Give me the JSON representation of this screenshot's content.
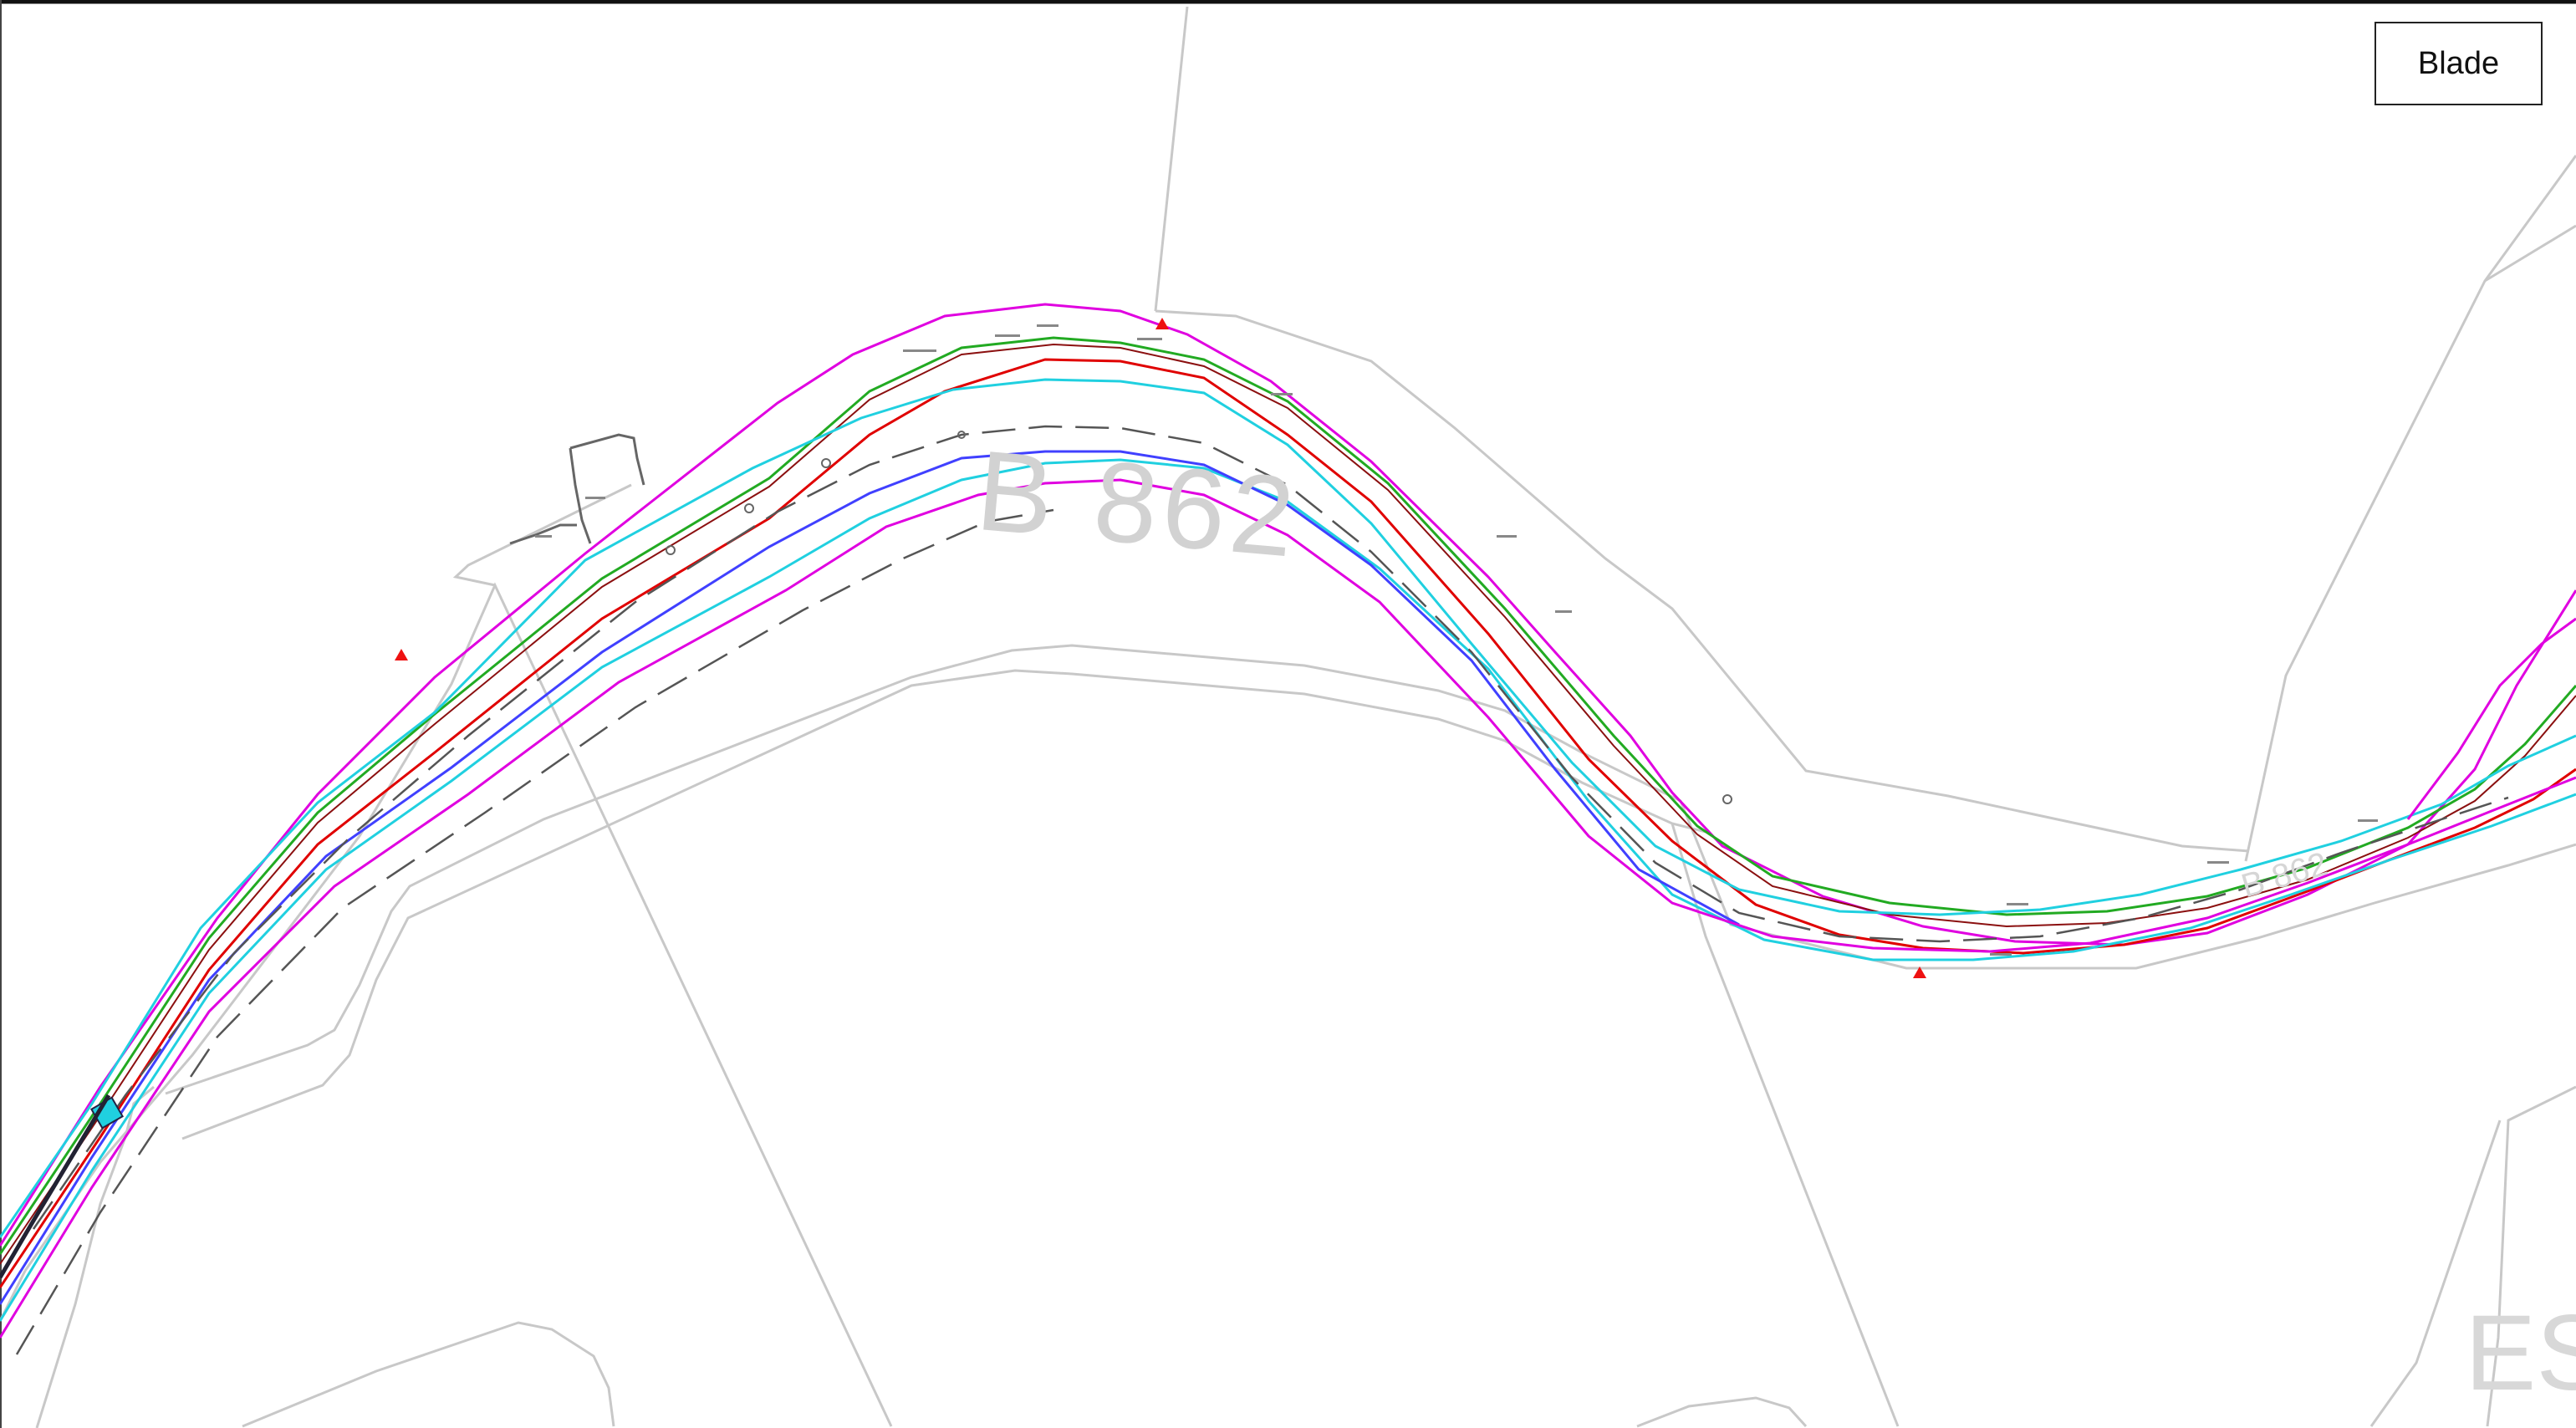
{
  "legend": {
    "label": "Blade"
  },
  "road_labels": {
    "main": "B 862",
    "secondary": "B 862",
    "corner": "ES"
  },
  "colors": {
    "parcel_lines": "#c8c8c8",
    "edge_magenta": "#e000e0",
    "centerline_red": "#e00000",
    "edge_green": "#22aa22",
    "edge_cyan": "#20d0e0",
    "edge_blue": "#4040ff",
    "edge_darkred": "#8b1010",
    "hazard": "#ee1111"
  },
  "markers": [
    {
      "name": "hazard-marker-left"
    },
    {
      "name": "hazard-marker-top"
    },
    {
      "name": "hazard-marker-bottom"
    }
  ]
}
